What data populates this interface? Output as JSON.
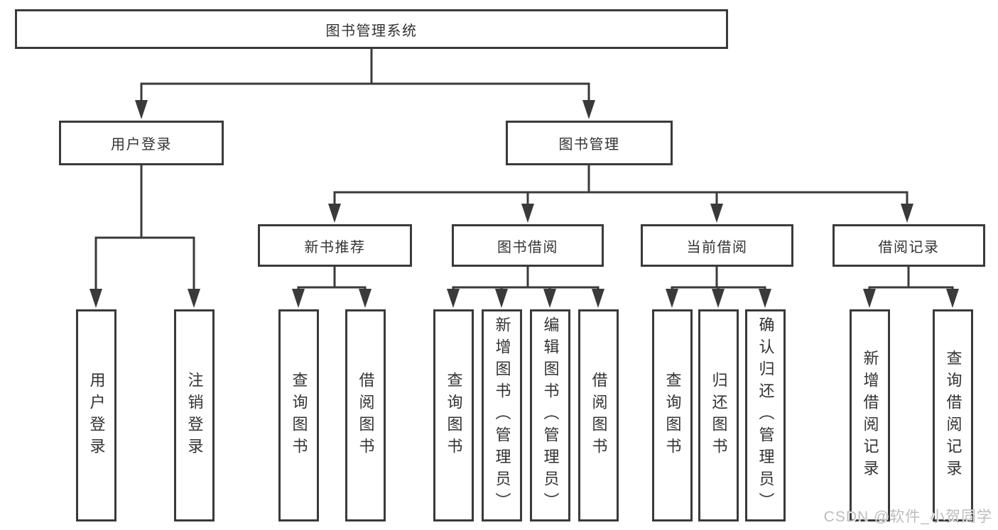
{
  "colors": {
    "line": "#3a3a3a",
    "box-border": "#3a3a3a",
    "text": "#333333",
    "watermark": "#bdbdbd",
    "background": "#ffffff"
  },
  "diagram": {
    "root": "图书管理系统",
    "level2": {
      "user_login": "用户登录",
      "book_mgmt": "图书管理"
    },
    "level3": {
      "new_books": "新书推荐",
      "book_borrow": "图书借阅",
      "current_borrow": "当前借阅",
      "borrow_records": "借阅记录"
    },
    "leaves": {
      "user_login": [
        "用户登录",
        "注销登录"
      ],
      "new_books": [
        "查询图书",
        "借阅图书"
      ],
      "book_borrow": [
        "查询图书",
        "新增图书（管理员）",
        "编辑图书（管理员）",
        "借阅图书"
      ],
      "current_borrow": [
        "查询图书",
        "归还图书",
        "确认归还（管理员）"
      ],
      "borrow_records": [
        "新增借阅记录",
        "查询借阅记录"
      ]
    }
  },
  "watermark": "CSDN @软件_小贺同学"
}
